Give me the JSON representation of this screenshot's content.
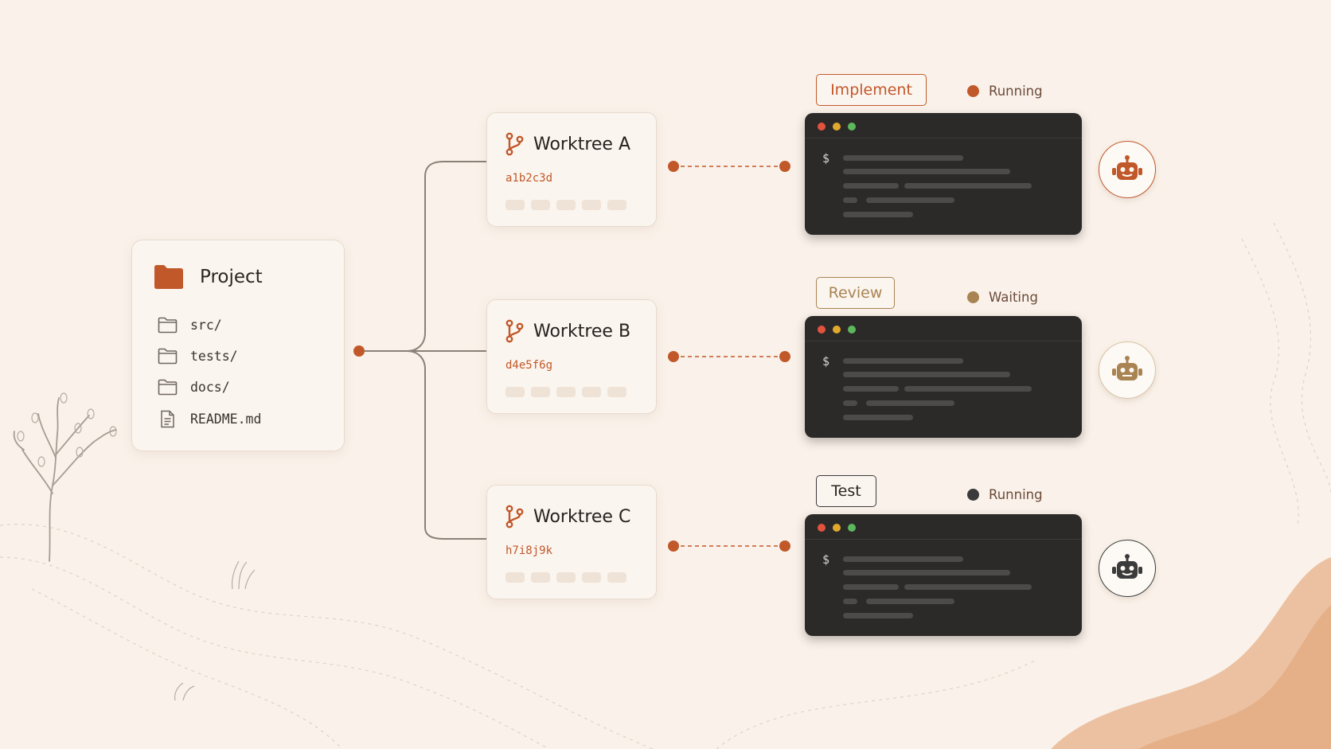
{
  "project": {
    "title": "Project",
    "icon": "folder-icon",
    "files": [
      {
        "name": "src/",
        "icon": "folder-outline-icon"
      },
      {
        "name": "tests/",
        "icon": "folder-outline-icon"
      },
      {
        "name": "docs/",
        "icon": "folder-outline-icon"
      },
      {
        "name": "README.md",
        "icon": "file-icon"
      }
    ]
  },
  "worktrees": [
    {
      "title": "Worktree A",
      "hash": "a1b2c3d",
      "icon": "git-branch-icon"
    },
    {
      "title": "Worktree B",
      "hash": "d4e5f6g",
      "icon": "git-branch-icon"
    },
    {
      "title": "Worktree C",
      "hash": "h7i8j9k",
      "icon": "git-branch-icon"
    }
  ],
  "agents": [
    {
      "task": "Implement",
      "status": "Running",
      "prompt": "$",
      "task_color": "#c1582a",
      "status_color": "#c1582a",
      "robot_color": "#c1582a",
      "robot_icon": "robot-icon"
    },
    {
      "task": "Review",
      "status": "Waiting",
      "prompt": "$",
      "task_color": "#a98452",
      "status_color": "#a98452",
      "robot_color": "#a98452",
      "robot_icon": "robot-icon"
    },
    {
      "task": "Test",
      "status": "Running",
      "prompt": "$",
      "task_color": "#3b3b3b",
      "status_color": "#3b3b3b",
      "robot_color": "#3b3b3b",
      "robot_icon": "robot-icon"
    }
  ],
  "colors": {
    "accent": "#c1582a",
    "background": "#faf2ea",
    "terminal": "#2b2a29",
    "connector": "#8a8178"
  }
}
